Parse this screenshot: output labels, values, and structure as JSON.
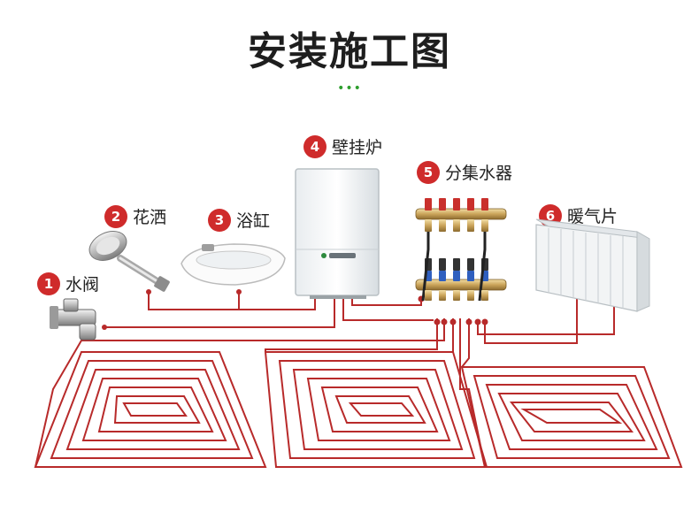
{
  "title": "安装施工图",
  "decoration": "•••",
  "colors": {
    "pipe": "#b82a2a",
    "badge": "#cf2b2b",
    "accent_dots": "#2e9e2e"
  },
  "components": [
    {
      "number": "1",
      "name": "水阀",
      "icon": "valve-icon"
    },
    {
      "number": "2",
      "name": "花洒",
      "icon": "shower-head-icon"
    },
    {
      "number": "3",
      "name": "浴缸",
      "icon": "bathtub-icon"
    },
    {
      "number": "4",
      "name": "壁挂炉",
      "icon": "wall-boiler-icon"
    },
    {
      "number": "5",
      "name": "分集水器",
      "icon": "manifold-icon"
    },
    {
      "number": "6",
      "name": "暖气片",
      "icon": "radiator-icon"
    }
  ]
}
